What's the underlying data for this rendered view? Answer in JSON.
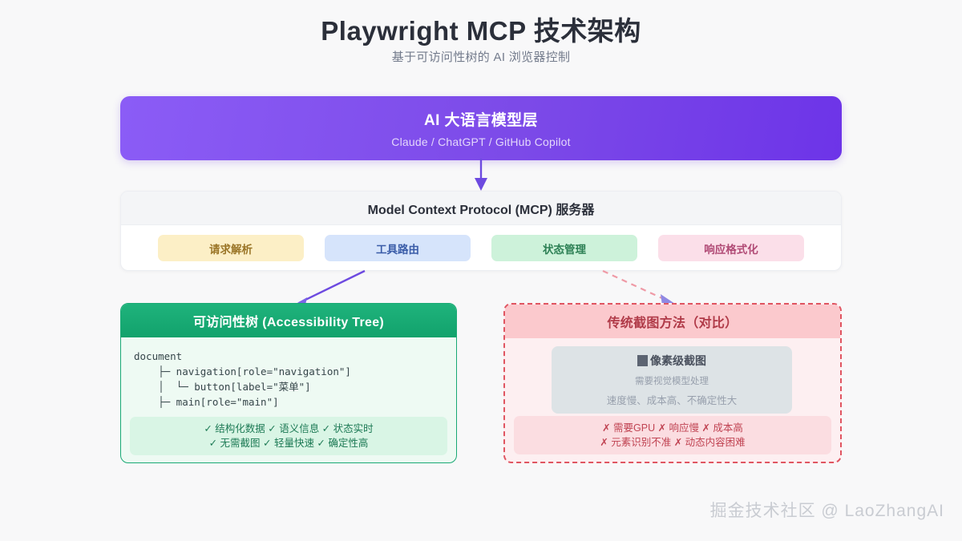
{
  "header": {
    "title": "Playwright MCP 技术架构",
    "subtitle": "基于可访问性树的 AI 浏览器控制"
  },
  "ai_layer": {
    "title": "AI 大语言模型层",
    "subtitle": "Claude / ChatGPT / GitHub Copilot",
    "gradient_from": "#8b5cf6",
    "gradient_to": "#6d34e8"
  },
  "mcp": {
    "title": "Model Context Protocol (MCP) 服务器",
    "chips": [
      {
        "label": "请求解析",
        "bg": "#fcefc6",
        "fg": "#9a7527"
      },
      {
        "label": "工具路由",
        "bg": "#d6e4fb",
        "fg": "#3a5ca8"
      },
      {
        "label": "状态管理",
        "bg": "#cdf2da",
        "fg": "#2d8055"
      },
      {
        "label": "响应格式化",
        "bg": "#fbdfe9",
        "fg": "#b04a75"
      }
    ]
  },
  "a11y": {
    "title": "可访问性树 (Accessibility Tree)",
    "code": "document\n    ├─ navigation[role=\"navigation\"]\n    │  └─ button[label=\"菜单\"]\n    ├─ main[role=\"main\"]",
    "benefits_line1": "✓ 结构化数据 ✓ 语义信息 ✓ 状态实时",
    "benefits_line2": "✓ 无需截图 ✓ 轻量快速 ✓ 确定性高",
    "accent": "#12a26c"
  },
  "legacy": {
    "title": "传统截图方法（对比）",
    "box_title": "像素级截图",
    "box_line1": "需要视觉模型处理",
    "box_line2": "速度慢、成本高、不确定性大",
    "drawbacks_line1": "✗ 需要GPU ✗  响应慢 ✗ 成本高",
    "drawbacks_line2": "✗ 元素识别不准 ✗ 动态内容困难",
    "accent": "#e05561"
  },
  "watermark": "掘金技术社区 @ LaoZhangAI"
}
